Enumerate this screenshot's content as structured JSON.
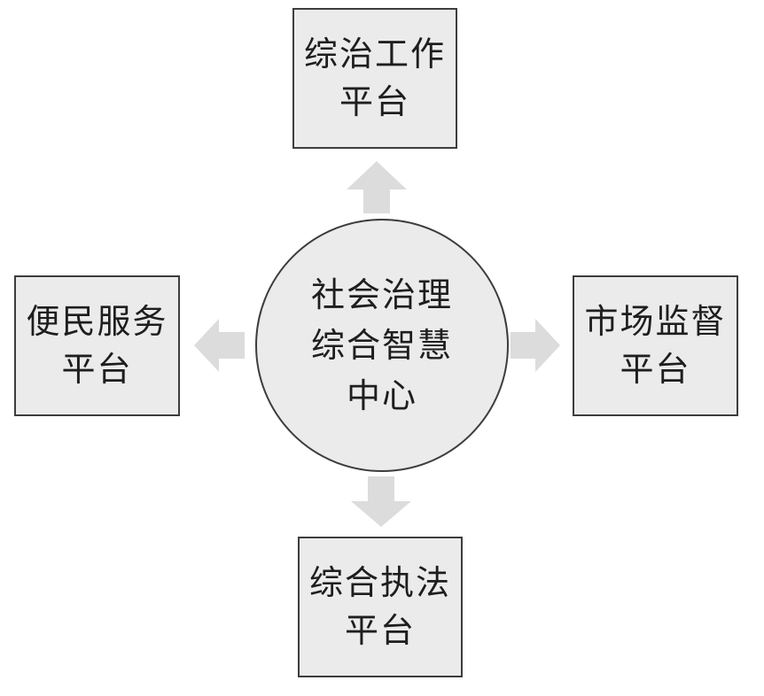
{
  "center": {
    "lines": [
      "社会治理",
      "综合智慧",
      "中心"
    ]
  },
  "platforms": {
    "top": {
      "lines": [
        "综治工作",
        "平台"
      ]
    },
    "left": {
      "lines": [
        "便民服务",
        "平台"
      ]
    },
    "right": {
      "lines": [
        "市场监督",
        "平台"
      ]
    },
    "bottom": {
      "lines": [
        "综合执法",
        "平台"
      ]
    }
  },
  "colors": {
    "box_fill": "#ebebeb",
    "border": "#3d3d3d",
    "arrow": "#dcdcdc",
    "text": "#1e1e1e"
  }
}
